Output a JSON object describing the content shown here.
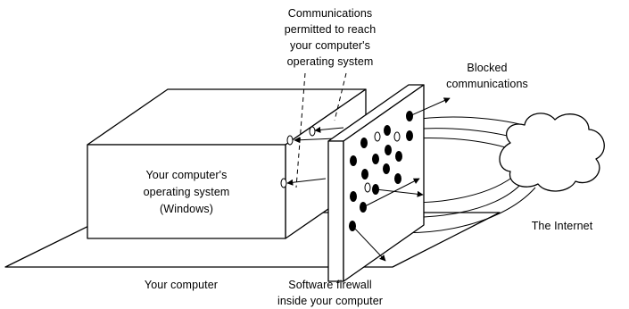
{
  "diagram": {
    "labels": {
      "permitted": [
        "Communications",
        "permitted to reach",
        "your computer's",
        "operating system"
      ],
      "blocked": [
        "Blocked",
        "communications"
      ],
      "os": [
        "Your computer's",
        "operating system",
        "(Windows)"
      ],
      "internet": "The Internet",
      "computer": "Your computer",
      "firewall": [
        "Software firewall",
        "inside your computer"
      ]
    },
    "colors": {
      "line": "#000000",
      "background": "#ffffff"
    },
    "icons": [
      "cloud-icon",
      "arrow-icon"
    ]
  }
}
